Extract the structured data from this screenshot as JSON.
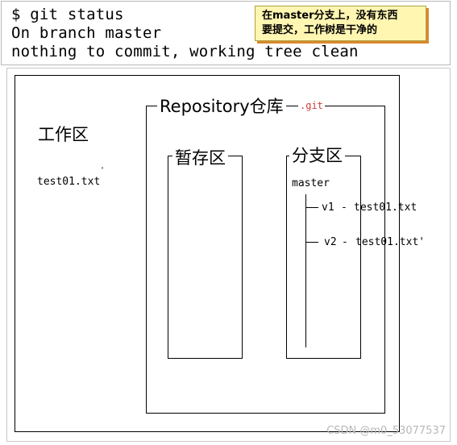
{
  "terminal": {
    "line1": "$ git status",
    "line2": "On branch master",
    "line3": "nothing to commit, working tree clean"
  },
  "note": {
    "line1": "在master分支上，没有东西",
    "line2": "要提交，工作树是干净的"
  },
  "working_area": {
    "title": "工作区",
    "file": "test01.txt",
    "mark": "'"
  },
  "repository": {
    "title": "Repository仓库",
    "dir": ".git"
  },
  "staging_area": {
    "title": "暂存区"
  },
  "branch_area": {
    "title": "分支区",
    "branch": "master",
    "versions": [
      {
        "label": "v1",
        "sep": "-",
        "file": "test01.txt"
      },
      {
        "label": "v2",
        "sep": "-",
        "file": "test01.txt'"
      }
    ]
  },
  "watermark": "CSDN @m0_53077537",
  "colors": {
    "note_bg": "#fff6b2",
    "note_shadow": "#d88a2e",
    "git_label": "#d23c3c"
  }
}
